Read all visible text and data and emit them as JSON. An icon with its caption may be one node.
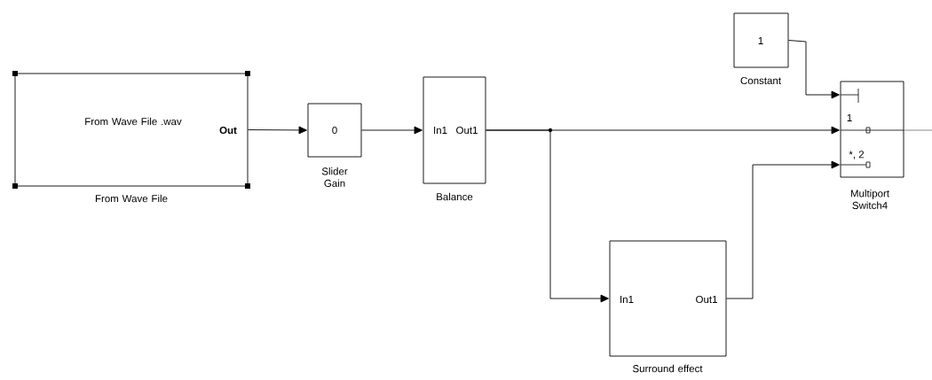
{
  "diagram": {
    "nodes": [
      {
        "text": [
          "From Wave File .wav",
          "Out"
        ],
        "beside": [
          "From Wave File"
        ]
      },
      {
        "text": [
          "0"
        ],
        "beside": [
          "Slider Gain"
        ]
      },
      {
        "text": [
          "In1",
          "Out1"
        ],
        "beside": [
          "Balance"
        ]
      },
      {
        "text": [
          "1"
        ],
        "beside": [
          "Constant"
        ]
      },
      {
        "text": [
          "1",
          "*, 2"
        ],
        "beside": [
          "Multiport Switch4"
        ]
      },
      {
        "text": [
          "In1",
          "Out1"
        ],
        "beside": [
          "Surround effect"
        ]
      }
    ],
    "edges": [
      {
        "from": 0,
        "to": 1,
        "arrow": "to"
      },
      {
        "from": 1,
        "to": 2,
        "arrow": "to"
      },
      {
        "from": 3,
        "to": 4,
        "arrow": "to"
      },
      {
        "from": 2,
        "to": 4,
        "arrow": "to"
      },
      {
        "from": 2,
        "to": 5,
        "arrow": "to"
      },
      {
        "from": 5,
        "to": 4,
        "arrow": "to"
      },
      {
        "from": 4,
        "to": null,
        "arrow": "none"
      }
    ]
  }
}
